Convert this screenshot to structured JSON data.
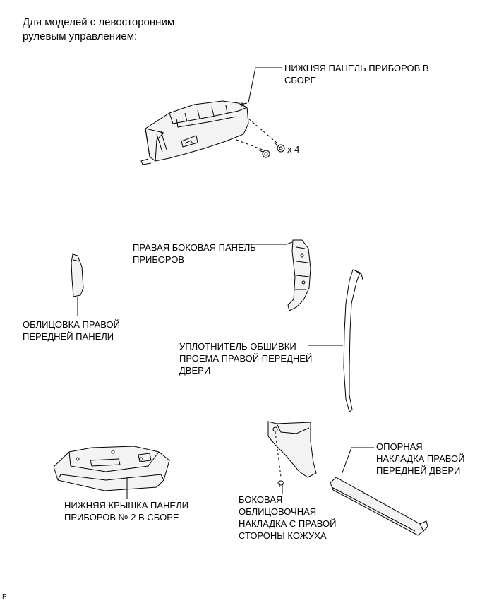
{
  "header": "Для моделей с левосторонним\nрулевым управлением:",
  "labels": {
    "lower_panel": "НИЖНЯЯ ПАНЕЛЬ ПРИБОРОВ В\nСБОРЕ",
    "qty": "x 4",
    "side_panel": "ПРАВАЯ БОКОВАЯ ПАНЕЛЬ\nПРИБОРОВ",
    "front_trim": "ОБЛИЦОВКА ПРАВОЙ\nПЕРЕДНЕЙ ПАНЕЛИ",
    "weatherstrip": "УПЛОТНИТЕЛЬ ОБШИВКИ\nПРОЕМА ПРАВОЙ ПЕРЕДНЕЙ\nДВЕРИ",
    "lower_cover": "НИЖНЯЯ КРЫШКА ПАНЕЛИ\nПРИБОРОВ № 2 В СБОРЕ",
    "cowl_side": "БОКОВАЯ\nОБЛИЦОВОЧНАЯ\nНАКЛАДКА С ПРАВОЙ\nСТОРОНЫ КОЖУХА",
    "scuff_plate": "ОПОРНАЯ\nНАКЛАДКА ПРАВОЙ\nПЕРЕДНЕЙ ДВЕРИ"
  },
  "footer": "P"
}
